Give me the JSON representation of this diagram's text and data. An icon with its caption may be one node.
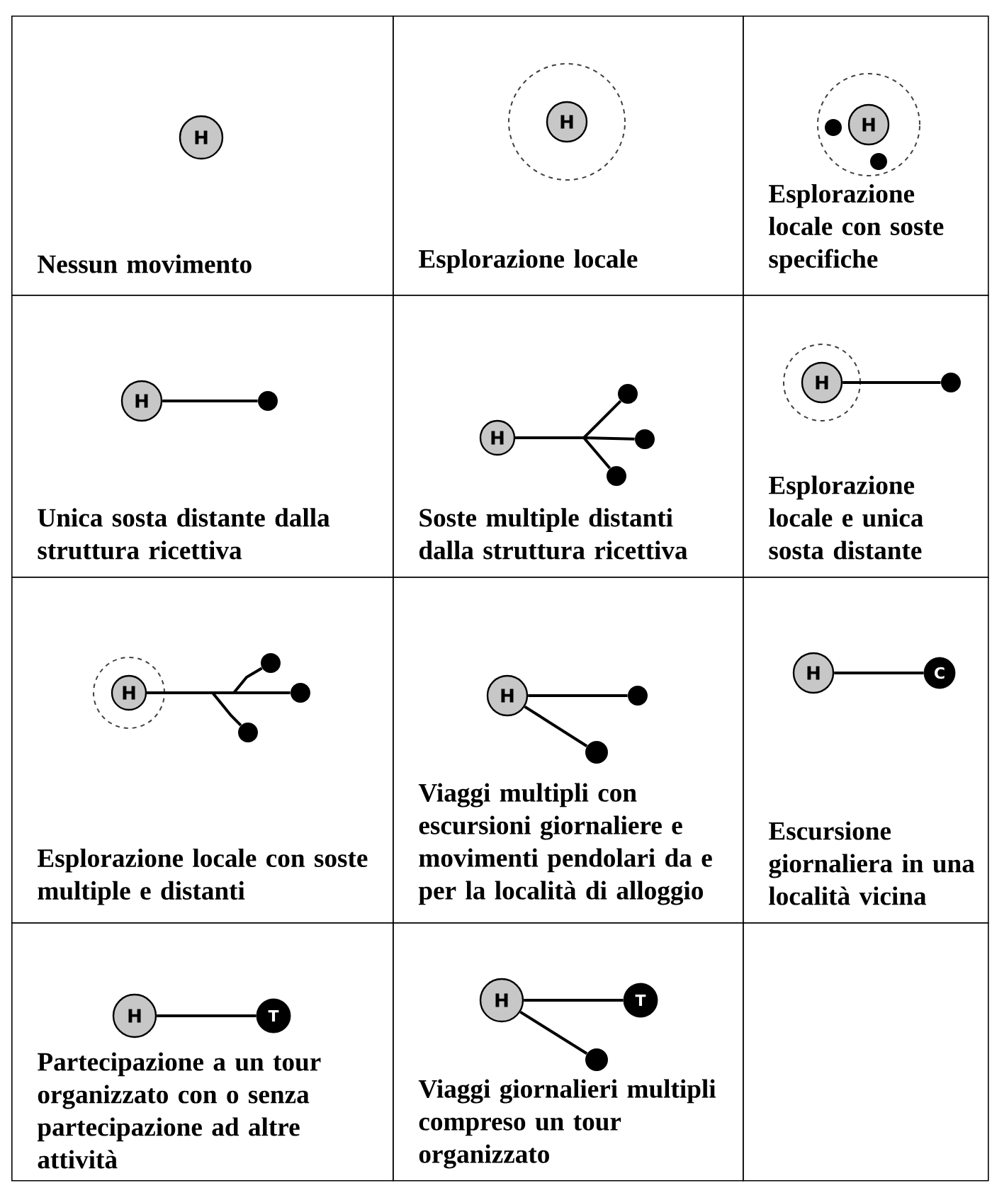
{
  "diagram": {
    "nodes": [
      {
        "text": [
          "Nessun movimento"
        ]
      },
      {
        "text": [
          "H"
        ],
        "in": 0
      },
      {
        "text": [
          "Esplorazione locale"
        ]
      },
      {
        "text": [],
        "shape": "circle",
        "in": 2
      },
      {
        "text": [
          "H"
        ],
        "in": 3
      },
      {
        "text": [
          "Esplorazione locale con soste specifiche"
        ]
      },
      {
        "text": [],
        "shape": "circle",
        "in": 5
      },
      {
        "text": [
          "H"
        ],
        "in": 6
      },
      {
        "text": [],
        "shape": "circle",
        "in": 6
      },
      {
        "text": [],
        "shape": "circle",
        "in": 6
      },
      {
        "text": [
          "Unica sosta distante dalla struttura ricettiva"
        ]
      },
      {
        "text": [
          "H"
        ],
        "in": 10
      },
      {
        "text": [],
        "shape": "circle",
        "in": 10
      },
      {
        "text": [
          "Soste multiple distanti dalla struttura ricettiva"
        ]
      },
      {
        "text": [
          "H"
        ],
        "in": 13
      },
      {
        "text": [],
        "shape": "circle",
        "in": 13
      },
      {
        "text": [],
        "shape": "circle",
        "in": 13
      },
      {
        "text": [],
        "shape": "circle",
        "in": 13
      },
      {
        "text": [
          "Esplorazione locale e unica sosta distante"
        ]
      },
      {
        "text": [],
        "shape": "circle",
        "in": 18
      },
      {
        "text": [
          "H"
        ],
        "in": 19
      },
      {
        "text": [],
        "shape": "circle",
        "in": 18
      },
      {
        "text": [
          "Esplorazione locale con soste multiple e distanti"
        ]
      },
      {
        "text": [],
        "shape": "circle",
        "in": 22
      },
      {
        "text": [
          "H"
        ],
        "in": 23
      },
      {
        "text": [],
        "shape": "circle",
        "in": 22
      },
      {
        "text": [],
        "shape": "circle",
        "in": 22
      },
      {
        "text": [],
        "shape": "circle",
        "in": 22
      },
      {
        "text": [
          "Viaggi multipli con escursioni giornaliere e movimenti pendolari da e per la località di alloggio"
        ]
      },
      {
        "text": [
          "H"
        ],
        "in": 28
      },
      {
        "text": [],
        "shape": "circle",
        "in": 28
      },
      {
        "text": [],
        "shape": "circle",
        "in": 28
      },
      {
        "text": [
          "Escursione giornaliera in una località vicina"
        ]
      },
      {
        "text": [
          "H"
        ],
        "in": 32
      },
      {
        "text": [
          "C"
        ],
        "in": 32
      },
      {
        "text": [
          "Partecipazione a un tour organizzato con o senza partecipazione ad altre attività"
        ]
      },
      {
        "text": [
          "H"
        ],
        "in": 35
      },
      {
        "text": [
          "T"
        ],
        "in": 35
      },
      {
        "text": [
          "Viaggi giornalieri multipli compreso un tour organizzato"
        ]
      },
      {
        "text": [
          "H"
        ],
        "in": 38
      },
      {
        "text": [
          "T"
        ],
        "in": 38
      },
      {
        "text": [],
        "shape": "circle",
        "in": 38
      },
      {
        "text": [],
        "shape": "box"
      }
    ],
    "edges": [
      {
        "from": 11,
        "to": 12,
        "arrow": "none"
      },
      {
        "from": 14,
        "to": 15,
        "arrow": "none"
      },
      {
        "from": 14,
        "to": 16,
        "arrow": "none"
      },
      {
        "from": 14,
        "to": 17,
        "arrow": "none"
      },
      {
        "from": 20,
        "to": 21,
        "arrow": "none"
      },
      {
        "from": 24,
        "to": 25,
        "arrow": "none"
      },
      {
        "from": 24,
        "to": 26,
        "arrow": "none"
      },
      {
        "from": 24,
        "to": 27,
        "arrow": "none"
      },
      {
        "from": 29,
        "to": 30,
        "arrow": "none"
      },
      {
        "from": 29,
        "to": 31,
        "arrow": "none"
      },
      {
        "from": 33,
        "to": 34,
        "arrow": "none"
      },
      {
        "from": 36,
        "to": 37,
        "arrow": "none"
      },
      {
        "from": 39,
        "to": 40,
        "arrow": "none"
      },
      {
        "from": 39,
        "to": 41,
        "arrow": "none"
      }
    ]
  }
}
